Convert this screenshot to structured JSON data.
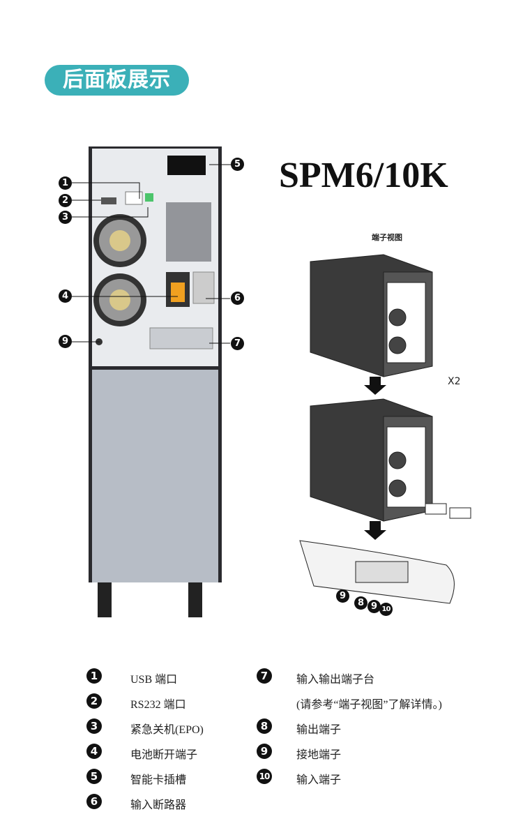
{
  "section_title": "后面板展示",
  "model": "SPM6/10K",
  "terminal_view_title": "端子视图",
  "x2_label": "X2",
  "callouts": [
    "1",
    "2",
    "3",
    "4",
    "5",
    "6",
    "7",
    "8",
    "9",
    "10"
  ],
  "legend": [
    {
      "num": "1",
      "text": "USB  端口"
    },
    {
      "num": "2",
      "text": "RS232 端口"
    },
    {
      "num": "3",
      "text": "紧急关机(EPO)"
    },
    {
      "num": "4",
      "text": "电池断开端子"
    },
    {
      "num": "5",
      "text": "智能卡插槽"
    },
    {
      "num": "6",
      "text": "输入断路器"
    },
    {
      "num": "7",
      "text": "输入输出端子台"
    },
    {
      "num": "",
      "text": "(请参考“端子视图”了解详情。)"
    },
    {
      "num": "8",
      "text": "输出端子"
    },
    {
      "num": "9",
      "text": "接地端子"
    },
    {
      "num": "10",
      "text": "输入端子"
    }
  ],
  "colors": {
    "accent": "#3bb0b8"
  }
}
